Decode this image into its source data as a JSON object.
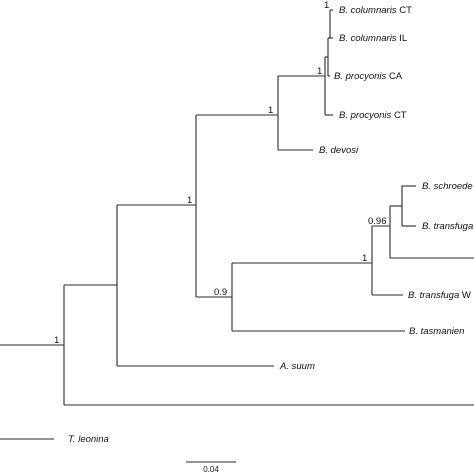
{
  "tree": {
    "leaves": [
      {
        "id": "leaf-columnaris-ct",
        "genus": "B.",
        "species": "columnaris",
        "tag": "CT"
      },
      {
        "id": "leaf-columnaris-il",
        "genus": "B.",
        "species": "columnaris",
        "tag": "IL"
      },
      {
        "id": "leaf-procyonis-ca",
        "genus": "B.",
        "species": "procyonis",
        "tag": "CA"
      },
      {
        "id": "leaf-procyonis-ct",
        "genus": "B.",
        "species": "procyonis",
        "tag": "CT"
      },
      {
        "id": "leaf-devosi",
        "genus": "B.",
        "species": "devosi",
        "tag": ""
      },
      {
        "id": "leaf-schroederi",
        "genus": "B.",
        "species": "schroede",
        "tag": ""
      },
      {
        "id": "leaf-transfuga-a",
        "genus": "B.",
        "species": "transfuga",
        "tag": "A"
      },
      {
        "id": "leaf-unlabeled-1",
        "genus": "",
        "species": "",
        "tag": ""
      },
      {
        "id": "leaf-transfuga-w",
        "genus": "B.",
        "species": "transfuga",
        "tag": "W"
      },
      {
        "id": "leaf-tasmanien",
        "genus": "B.",
        "species": "tasmanien",
        "tag": ""
      },
      {
        "id": "leaf-suum",
        "genus": "A.",
        "species": "suum",
        "tag": ""
      },
      {
        "id": "leaf-unlabeled-2",
        "genus": "",
        "species": "",
        "tag": ""
      },
      {
        "id": "leaf-leonina",
        "genus": "T.",
        "species": "leonina",
        "tag": ""
      }
    ],
    "support_values": [
      "1",
      "1",
      "1",
      "1",
      "0.96",
      "1",
      "0.9",
      "1"
    ],
    "scale_bar_label": "0.04"
  }
}
